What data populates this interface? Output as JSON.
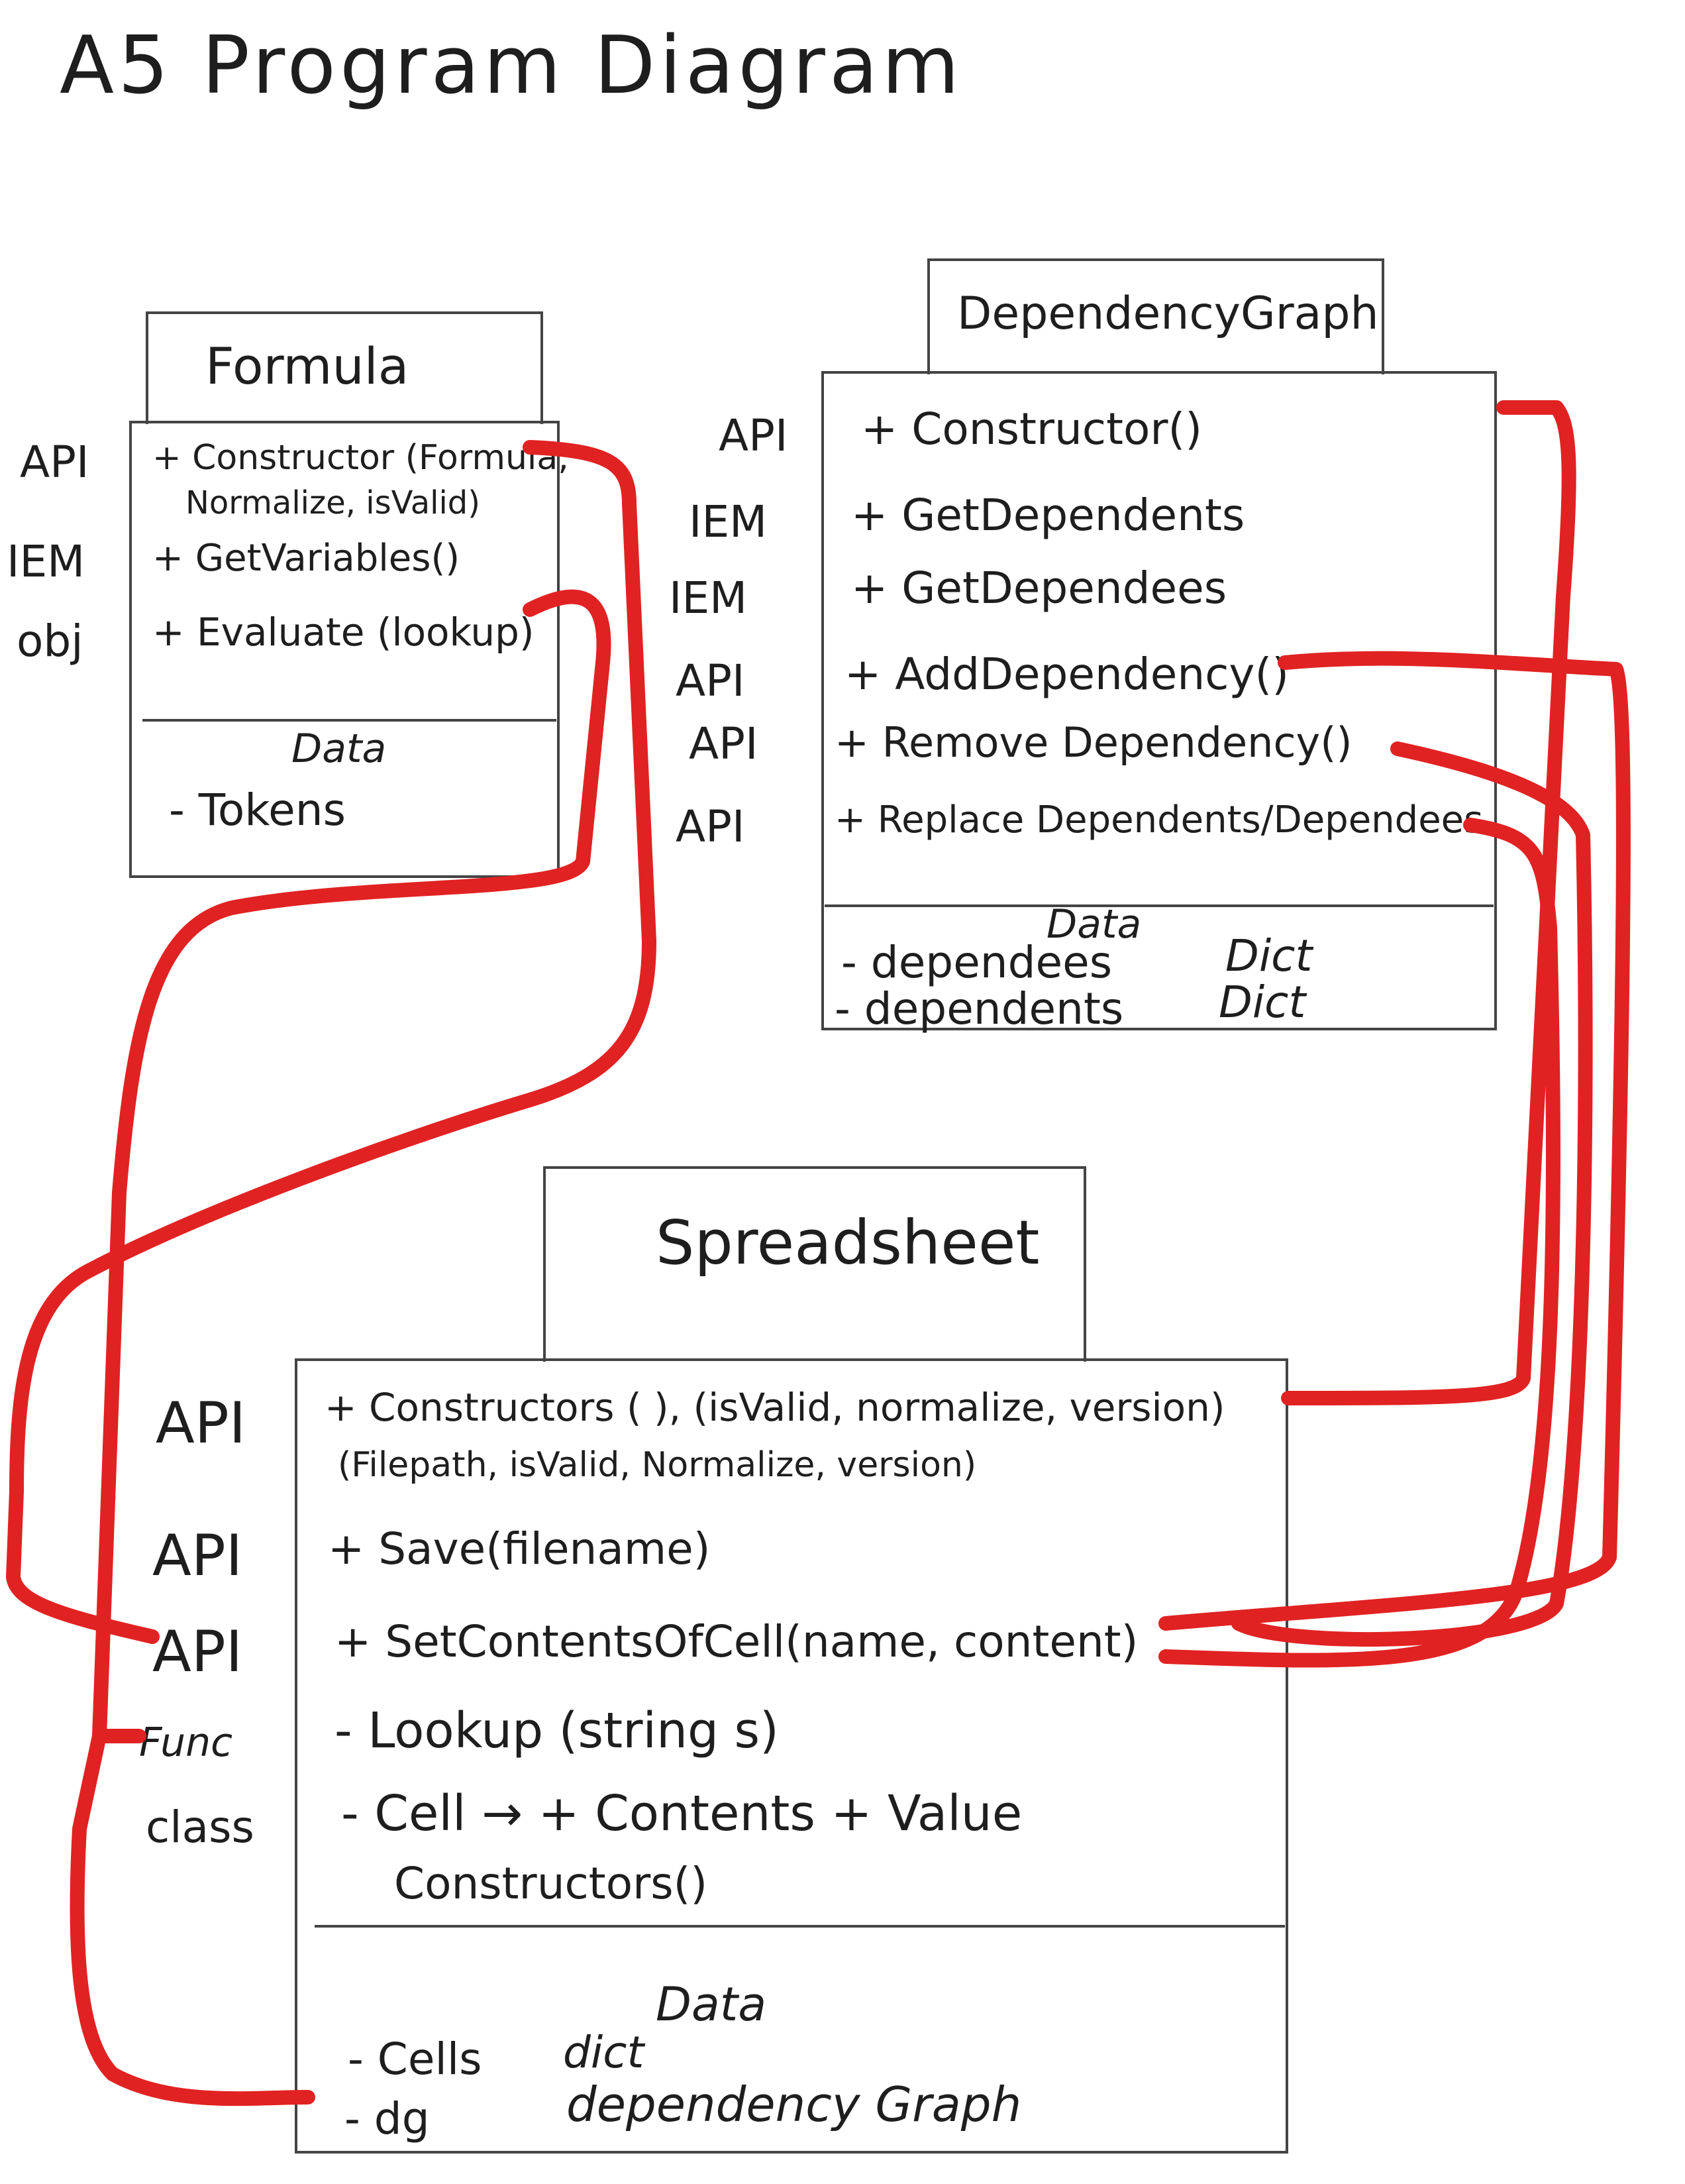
{
  "title": "A5 Program Diagram",
  "formula": {
    "name": "Formula",
    "rows": [
      {
        "label": "API",
        "member": "+ Constructor (Formula,",
        "cont": "Normalize, isValid)"
      },
      {
        "label": "IEM",
        "member": "+ GetVariables()"
      },
      {
        "label": "obj",
        "member": "+ Evaluate (lookup)"
      }
    ],
    "data_header": "Data",
    "fields": [
      "- Tokens"
    ]
  },
  "dependency_graph": {
    "name": "DependencyGraph",
    "rows": [
      {
        "label": "API",
        "member": "+ Constructor()"
      },
      {
        "label": "IEM",
        "member": "+ GetDependents"
      },
      {
        "label": "IEM",
        "member": "+ GetDependees"
      },
      {
        "label": "API",
        "member": "+ AddDependency()"
      },
      {
        "label": "API",
        "member": "+ Remove Dependency()"
      },
      {
        "label": "API",
        "member": "+ Replace Dependents/Dependees"
      }
    ],
    "data_header": "Data",
    "fields": [
      {
        "name": "- dependees",
        "type": "Dict"
      },
      {
        "name": "- dependents",
        "type": "Dict"
      }
    ]
  },
  "spreadsheet": {
    "name": "Spreadsheet",
    "rows": [
      {
        "label": "API",
        "member": "+ Constructors ( ), (isValid, normalize, version)",
        "cont": "(Filepath, isValid, Normalize, version)"
      },
      {
        "label": "API",
        "member": "+ Save(filename)"
      },
      {
        "label": "API",
        "member": "+ SetContentsOfCell(name, content)"
      },
      {
        "label": "Func",
        "member": "- Lookup (string s)"
      },
      {
        "label": "class",
        "member": "- Cell  →  + Contents  + Value",
        "cont": "Constructors()"
      }
    ],
    "data_header": "Data",
    "fields": [
      {
        "name": "- Cells",
        "type": "dict"
      },
      {
        "name": "- dg",
        "type": "dependency Graph"
      }
    ]
  },
  "colors": {
    "ink": "#1e1e1e",
    "box_stroke": "#444444",
    "link": "#e12222"
  }
}
